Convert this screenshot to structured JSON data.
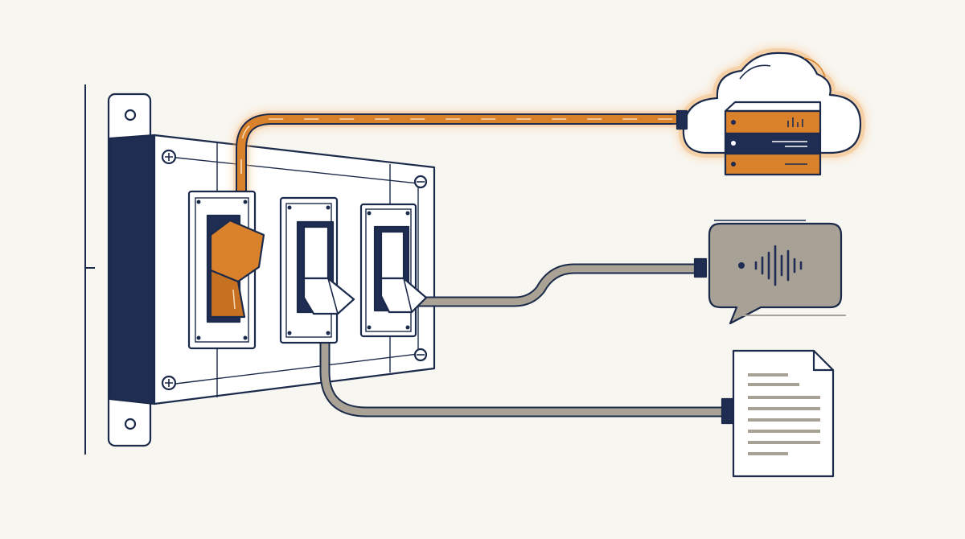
{
  "colors": {
    "background": "#f8f6f1",
    "outline": "#1b2a4a",
    "navy": "#1f2d52",
    "orange": "#d9822b",
    "orange_glow": "#f6b36d",
    "gray_cable": "#a9a295",
    "gray_bubble": "#a7a196",
    "paper": "#ffffff",
    "panel": "#ffffff"
  },
  "diagram": {
    "switches": [
      {
        "id": "switch-1",
        "state": "on",
        "connects_to": "cloud-server-icon"
      },
      {
        "id": "switch-2",
        "state": "off",
        "connects_to": "document-icon"
      },
      {
        "id": "switch-3",
        "state": "off",
        "connects_to": "speech-bubble-icon"
      }
    ],
    "icons": [
      "cloud-server-icon",
      "speech-bubble-icon",
      "document-icon"
    ]
  }
}
